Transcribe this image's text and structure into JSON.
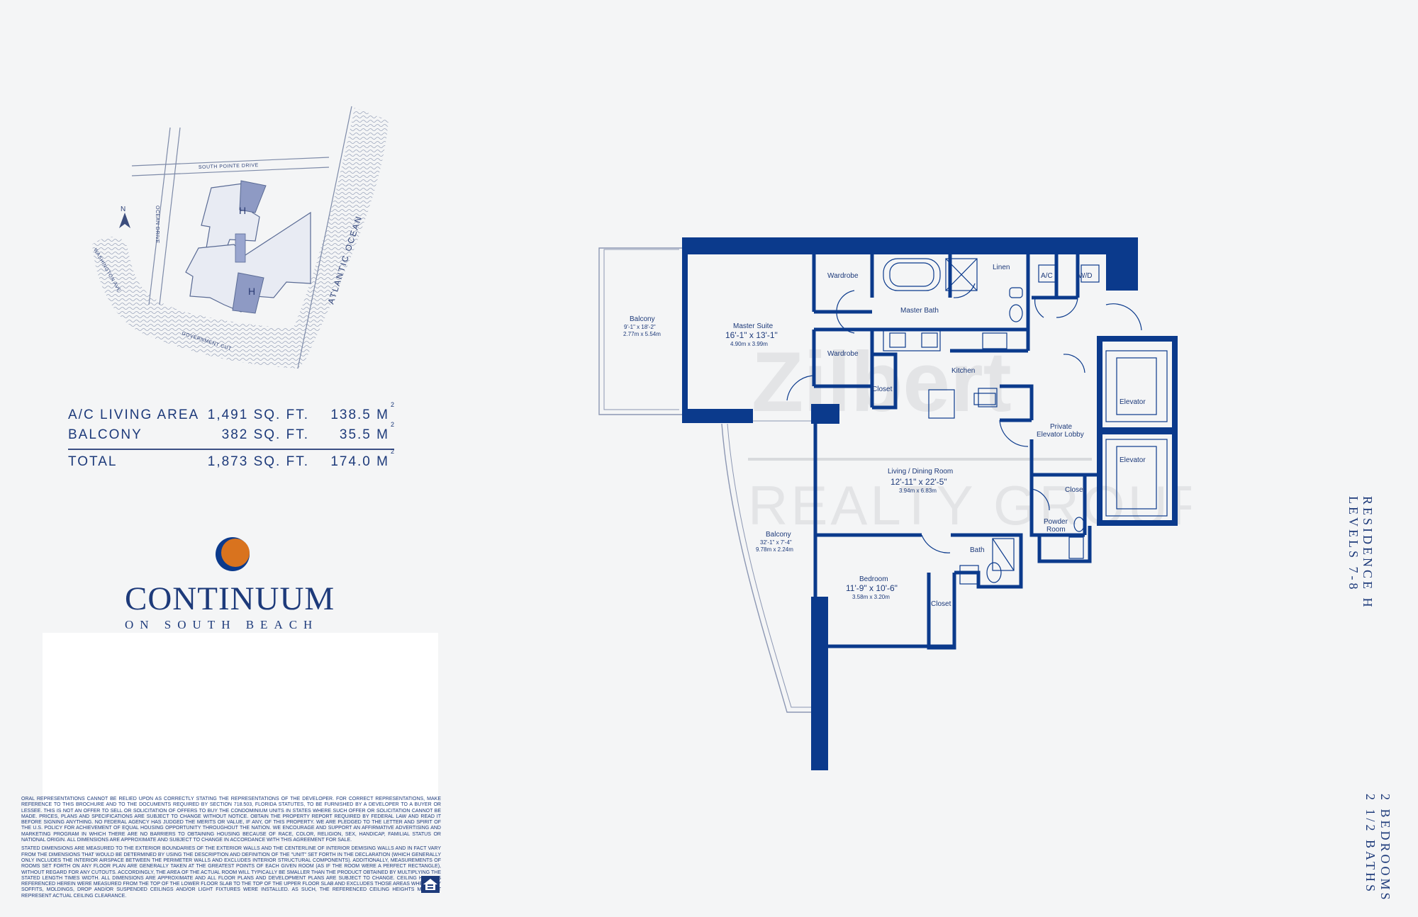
{
  "site_map": {
    "roads": [
      "SOUTH POINTE DRIVE",
      "OCEAN DRIVE",
      "WASHINGTON AVE",
      "GOVERNMENT CUT"
    ],
    "ocean": "ATLANTIC OCEAN",
    "north": "N",
    "unit_marker": "H"
  },
  "areas": [
    {
      "label": "A/C LIVING AREA",
      "sqft": "1,491 SQ. FT.",
      "m2": "138.5 M",
      "sup": "2"
    },
    {
      "label": "BALCONY",
      "sqft": "382 SQ. FT.",
      "m2": "35.5 M",
      "sup": "2"
    },
    {
      "label": "TOTAL",
      "sqft": "1,873 SQ. FT.",
      "m2": "174.0 M",
      "sup": "2"
    }
  ],
  "brand": {
    "name": "CONTINUUM",
    "sub": "ON SOUTH BEACH",
    "colors": {
      "navy": "#0b3a8c",
      "orange": "#d9731e"
    }
  },
  "side_labels": {
    "residence": "RESIDENCE H",
    "levels": "LEVELS 7-8",
    "bedrooms": "2 BEDROOMS",
    "baths": "2 1/2 BATHS"
  },
  "watermark": {
    "line1": "Zilbert",
    "line2": "REALTY GROUP"
  },
  "rooms": {
    "wardrobe1": "Wardrobe",
    "wardrobe2": "Wardrobe",
    "linen": "Linen",
    "ac": "A/C",
    "wd": "W/D",
    "master_bath": "Master Bath",
    "master_suite": "Master Suite",
    "master_suite_dim": "16'-1\" x 13'-1\"",
    "master_suite_m": "4.90m x 3.99m",
    "balcony1": "Balcony",
    "balcony1_dim": "9'-1\" x 18'-2\"",
    "balcony1_m": "2.77m x 5.54m",
    "kitchen": "Kitchen",
    "closet1": "Closet",
    "elevator1": "Elevator",
    "elevator2": "Elevator",
    "lobby1": "Private",
    "lobby2": "Elevator Lobby",
    "living": "Living / Dining Room",
    "living_dim": "12'-11\" x 22'-5\"",
    "living_m": "3.94m x 6.83m",
    "closet2": "Closet",
    "powder1": "Powder",
    "powder2": "Room",
    "balcony2": "Balcony",
    "balcony2_dim": "32'-1\" x 7'-4\"",
    "balcony2_m": "9.78m x 2.24m",
    "bath": "Bath",
    "bedroom": "Bedroom",
    "bedroom_dim": "11'-9\" x 10'-6\"",
    "bedroom_m": "3.58m x 3.20m",
    "closet3": "Closet"
  },
  "disclaimer": {
    "p1": "ORAL REPRESENTATIONS CANNOT BE RELIED UPON AS CORRECTLY STATING THE REPRESENTATIONS OF THE DEVELOPER. FOR CORRECT REPRESENTATIONS, MAKE REFERENCE TO THIS BROCHURE AND TO THE DOCUMENTS REQUIRED BY SECTION 718.503, FLORIDA STATUTES, TO BE FURNISHED BY A DEVELOPER TO A BUYER OR LESSEE. THIS IS NOT AN OFFER TO SELL OR SOLICITATION OF OFFERS TO BUY THE CONDOMINIUM UNITS IN STATES WHERE SUCH OFFER OR SOLICITATION CANNOT BE MADE. PRICES, PLANS AND SPECIFICATIONS ARE SUBJECT TO CHANGE WITHOUT NOTICE. OBTAIN THE PROPERTY REPORT REQUIRED BY FEDERAL LAW AND READ IT BEFORE SIGNING ANYTHING. NO FEDERAL AGENCY HAS JUDGED THE MERITS OR VALUE, IF ANY, OF THIS PROPERTY. WE ARE PLEDGED TO THE LETTER AND SPIRIT OF THE U.S. POLICY FOR ACHIEVEMENT OF EQUAL HOUSING OPPORTUNITY THROUGHOUT THE NATION. WE ENCOURAGE AND SUPPORT AN AFFIRMATIVE ADVERTISING AND MARKETING PROGRAM IN WHICH THERE ARE NO BARRIERS TO OBTAINING HOUSING BECAUSE OF RACE, COLOR, RELIGION, SEX, HANDICAP, FAMILIAL STATUS OR NATIONAL ORIGIN. ALL DIMENSIONS ARE APPROXIMATE AND SUBJECT TO CHANGE IN ACCORDANCE WITH THIS AGREEMENT FOR SALE.",
    "p2": "STATED DIMENSIONS ARE MEASURED TO THE EXTERIOR BOUNDARIES OF THE EXTERIOR WALLS AND THE CENTERLINE OF INTERIOR DEMISING WALLS AND IN FACT VARY FROM THE DIMENSIONS THAT WOULD BE DETERMINED BY USING THE DESCRIPTION AND DEFINITION OF THE \"UNIT\" SET FORTH IN THE DECLARATION (WHICH GENERALLY ONLY INCLUDES THE INTERIOR AIRSPACE BETWEEN THE PERIMETER WALLS AND EXCLUDES INTERIOR STRUCTURAL COMPONENTS). ADDITIONALLY, MEASUREMENTS OF ROOMS SET FORTH ON ANY FLOOR PLAN ARE GENERALLY TAKEN AT THE GREATEST POINTS OF EACH GIVEN ROOM (AS IF THE ROOM WERE A PERFECT RECTANGLE), WITHOUT REGARD FOR ANY CUTOUTS. ACCORDINGLY, THE AREA OF THE ACTUAL ROOM WILL TYPICALLY BE SMALLER THAN THE PRODUCT OBTAINED BY MULTIPLYING THE STATED LENGTH TIMES WIDTH. ALL DIMENSIONS ARE APPROXIMATE AND ALL FLOOR PLANS AND DEVELOPMENT PLANS ARE SUBJECT TO CHANGE. CEILING HEIGHTS REFERENCED HEREIN WERE MEASURED FROM THE TOP OF THE LOWER FLOOR SLAB TO THE TOP OF THE UPPER FLOOR SLAB AND EXCLUDES THOSE AREAS WHERE ANY SOFFITS, MOLDINGS, DROP AND/OR SUSPENDED CEILINGS AND/OR LIGHT FIXTURES WERE INSTALLED. AS SUCH, THE REFERENCED CEILING HEIGHTS MAY NOT REPRESENT ACTUAL CEILING CLEARANCE."
  }
}
